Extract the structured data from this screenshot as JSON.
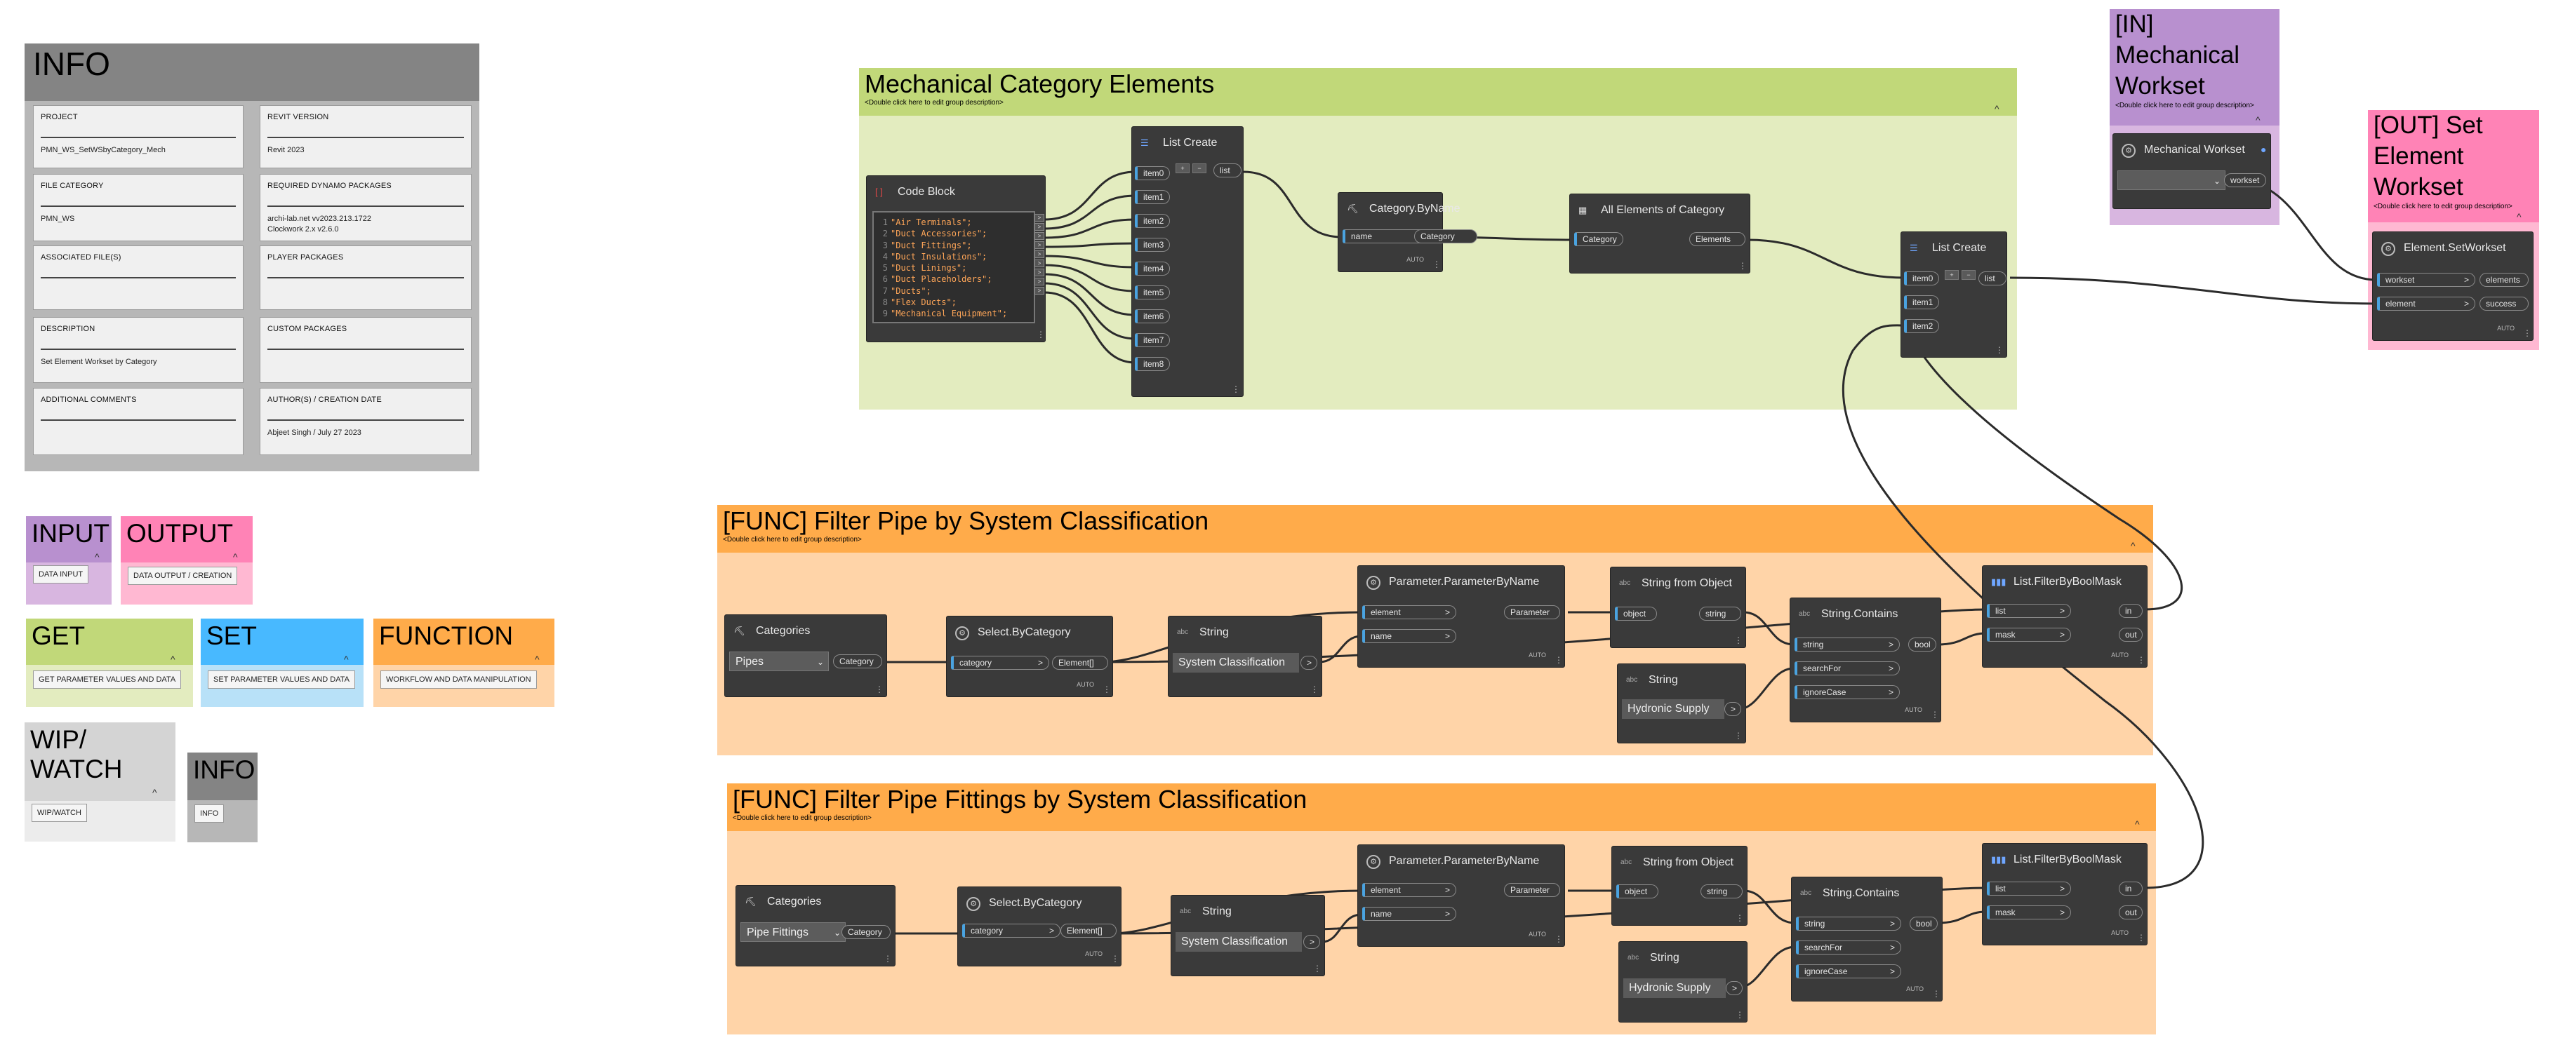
{
  "colors": {
    "info_bg": "#b7b7b7",
    "info_header": "#848484",
    "input_bg": "#d8b6e0",
    "input_header": "#b890cf",
    "output_bg": "#ffb8d2",
    "output_header": "#ff83b6",
    "get_bg": "#e3ecbf",
    "get_header": "#c1d879",
    "set_bg": "#b8e1f8",
    "set_header": "#48b9ff",
    "func_bg": "#ffd4a8",
    "func_header": "#ffab4a",
    "wip_bg": "#ececec",
    "wip_header": "#d4d4d4",
    "node_bg": "#3a3a3a",
    "port_accent": "#4aa3e0"
  },
  "info": {
    "title": "INFO",
    "cells": [
      {
        "label": "PROJECT",
        "value": "PMN_WS_SetWSbyCategory_Mech"
      },
      {
        "label": "REVIT VERSION",
        "value": "Revit 2023"
      },
      {
        "label": "FILE CATEGORY",
        "value": "PMN_WS"
      },
      {
        "label": "REQUIRED DYNAMO PACKAGES",
        "value": "archi-lab.net vv2023.213.1722\nClockwork 2.x v2.6.0"
      },
      {
        "label": "ASSOCIATED FILE(S)",
        "value": ""
      },
      {
        "label": "PLAYER PACKAGES",
        "value": ""
      },
      {
        "label": "DESCRIPTION",
        "value": "Set Element Workset by Category"
      },
      {
        "label": "CUSTOM PACKAGES",
        "value": ""
      },
      {
        "label": "ADDITIONAL COMMENTS",
        "value": ""
      },
      {
        "label": "AUTHOR(S) / CREATION DATE",
        "value": "Abjeet Singh / July 27 2023"
      }
    ]
  },
  "legend": {
    "input": {
      "title": "INPUT",
      "chip": "DATA INPUT"
    },
    "output": {
      "title": "OUTPUT",
      "chip": "DATA OUTPUT / CREATION"
    },
    "get": {
      "title": "GET",
      "chip": "GET PARAMETER VALUES AND DATA"
    },
    "set": {
      "title": "SET",
      "chip": "SET PARAMETER VALUES AND DATA"
    },
    "function": {
      "title": "FUNCTION",
      "chip": "WORKFLOW AND DATA MANIPULATION"
    },
    "wip": {
      "title": "WIP/\nWATCH",
      "chip": "WIP/WATCH"
    },
    "info": {
      "title": "INFO",
      "chip": "INFO"
    }
  },
  "groups": {
    "mech": {
      "title": "Mechanical Category Elements",
      "desc": "<Double click here to edit group description>"
    },
    "in_ws": {
      "title": "[IN]\nMechanical\nWorkset",
      "desc": "<Double click here to edit group description>"
    },
    "out_set": {
      "title": "[OUT] Set\nElement\nWorkset",
      "desc": "<Double click here to edit group description>"
    },
    "func1": {
      "title": "[FUNC] Filter Pipe by System Classification",
      "desc": "<Double click here to edit group description>"
    },
    "func2": {
      "title": "[FUNC] Filter Pipe Fittings by System Classification",
      "desc": "<Double click here to edit group description>"
    }
  },
  "common": {
    "auto": "AUTO",
    "dots": "⋮"
  },
  "nodes": {
    "code_block": {
      "title": "Code Block",
      "lines": [
        "\"Air Terminals\";",
        "\"Duct Accessories\";",
        "\"Duct Fittings\";",
        "\"Duct Insulations\";",
        "\"Duct Linings\";",
        "\"Duct Placeholders\";",
        "\"Ducts\";",
        "\"Flex Ducts\";",
        "\"Mechanical Equipment\";"
      ],
      "line_numbers": [
        "1",
        "2",
        "3",
        "4",
        "5",
        "6",
        "7",
        "8",
        "9"
      ]
    },
    "list_create_1": {
      "title": "List Create",
      "inputs": [
        "item0",
        "item1",
        "item2",
        "item3",
        "item4",
        "item5",
        "item6",
        "item7",
        "item8"
      ],
      "output": "list",
      "plus": "+",
      "minus": "−"
    },
    "category_by_name": {
      "title": "Category.ByName",
      "input": "name",
      "output": "Category"
    },
    "all_elements": {
      "title": "All Elements of Category",
      "input": "Category",
      "output": "Elements"
    },
    "list_create_2": {
      "title": "List Create",
      "inputs": [
        "item0",
        "item1",
        "item2"
      ],
      "output": "list",
      "plus": "+",
      "minus": "−"
    },
    "mech_workset": {
      "title": "Mechanical Workset",
      "value": "",
      "output": "workset"
    },
    "set_workset": {
      "title": "Element.SetWorkset",
      "inputs": [
        "workset",
        "element"
      ],
      "outputs": [
        "elements",
        "success"
      ]
    },
    "f1_categories": {
      "title": "Categories",
      "value": "Pipes",
      "output": "Category"
    },
    "f1_select": {
      "title": "Select.ByCategory",
      "input": "category",
      "output": "Element[]"
    },
    "f1_string": {
      "title": "String",
      "value": "System Classification",
      "output": ">"
    },
    "f1_param": {
      "title": "Parameter.ParameterByName",
      "inputs": [
        "element",
        "name"
      ],
      "output": "Parameter"
    },
    "f1_sfo": {
      "title": "String from Object",
      "input": "object",
      "output": "string"
    },
    "f1_string2": {
      "title": "String",
      "value": "Hydronic Supply",
      "output": ">"
    },
    "f1_contains": {
      "title": "String.Contains",
      "inputs": [
        "string",
        "searchFor",
        "ignoreCase"
      ],
      "output": "bool"
    },
    "f1_mask": {
      "title": "List.FilterByBoolMask",
      "inputs": [
        "list",
        "mask"
      ],
      "outputs": [
        "in",
        "out"
      ]
    },
    "f2_categories": {
      "title": "Categories",
      "value": "Pipe Fittings",
      "output": "Category"
    },
    "f2_select": {
      "title": "Select.ByCategory",
      "input": "category",
      "output": "Element[]"
    },
    "f2_string": {
      "title": "String",
      "value": "System Classification",
      "output": ">"
    },
    "f2_param": {
      "title": "Parameter.ParameterByName",
      "inputs": [
        "element",
        "name"
      ],
      "output": "Parameter"
    },
    "f2_sfo": {
      "title": "String from Object",
      "input": "object",
      "output": "string"
    },
    "f2_string2": {
      "title": "String",
      "value": "Hydronic Supply",
      "output": ">"
    },
    "f2_contains": {
      "title": "String.Contains",
      "inputs": [
        "string",
        "searchFor",
        "ignoreCase"
      ],
      "output": "bool"
    },
    "f2_mask": {
      "title": "List.FilterByBoolMask",
      "inputs": [
        "list",
        "mask"
      ],
      "outputs": [
        "in",
        "out"
      ]
    }
  }
}
